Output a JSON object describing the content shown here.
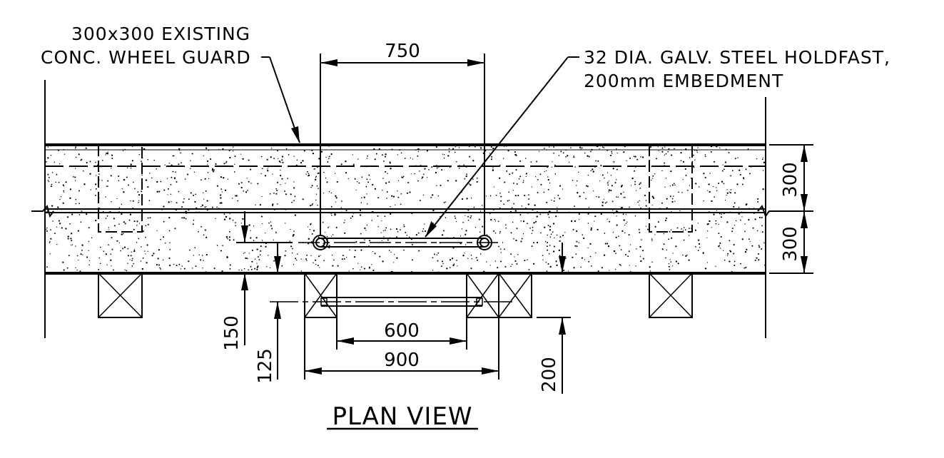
{
  "notes": {
    "wheel_guard_line1": "300x300 EXISTING",
    "wheel_guard_line2": "CONC. WHEEL GUARD",
    "holdfast_line1": "32 DIA. GALV. STEEL HOLDFAST,",
    "holdfast_line2": "200mm EMBEDMENT"
  },
  "dimensions": {
    "holdfast_spacing": "750",
    "guard_width": "300",
    "base_width": "300",
    "offset_150": "150",
    "offset_125": "125",
    "offset_200": "200",
    "sleeper_inner": "600",
    "sleeper_outer": "900"
  },
  "title": "PLAN VIEW"
}
